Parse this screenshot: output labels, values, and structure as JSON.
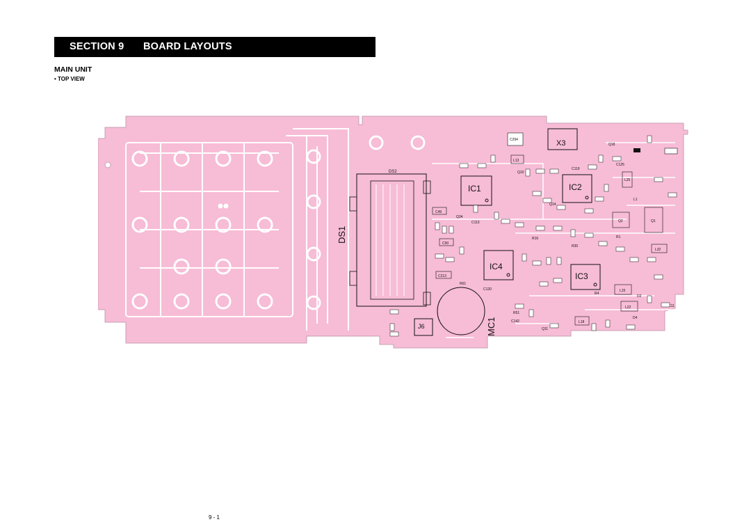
{
  "header": {
    "section": "SECTION 9",
    "title": "BOARD LAYOUTS"
  },
  "unit_title": "MAIN UNIT",
  "view_label": "• TOP VIEW",
  "board": {
    "background_color": "#f7bcd6",
    "trace_color": "#ffffff",
    "outline_color": "#c9a0b4",
    "designators": {
      "ds1": "DS1",
      "ic1": "IC1",
      "ic2": "IC2",
      "ic3": "IC3",
      "ic4": "IC4",
      "x3": "X3",
      "mc1": "MC1",
      "j6": "J6",
      "ds2": "DS2"
    },
    "small_labels": [
      "C294",
      "Q18",
      "L13",
      "Q10",
      "C119",
      "C125",
      "L25",
      "Q2",
      "Q1",
      "L32",
      "Q34",
      "C49",
      "C50",
      "C113",
      "C213",
      "R61",
      "Q14",
      "L15",
      "L22",
      "L18",
      "Q11",
      "D4",
      "D2",
      "R1",
      "R16",
      "C120",
      "R51",
      "L1",
      "R4",
      "C142",
      "R30",
      "C11"
    ]
  },
  "page_number": "9 - 1"
}
